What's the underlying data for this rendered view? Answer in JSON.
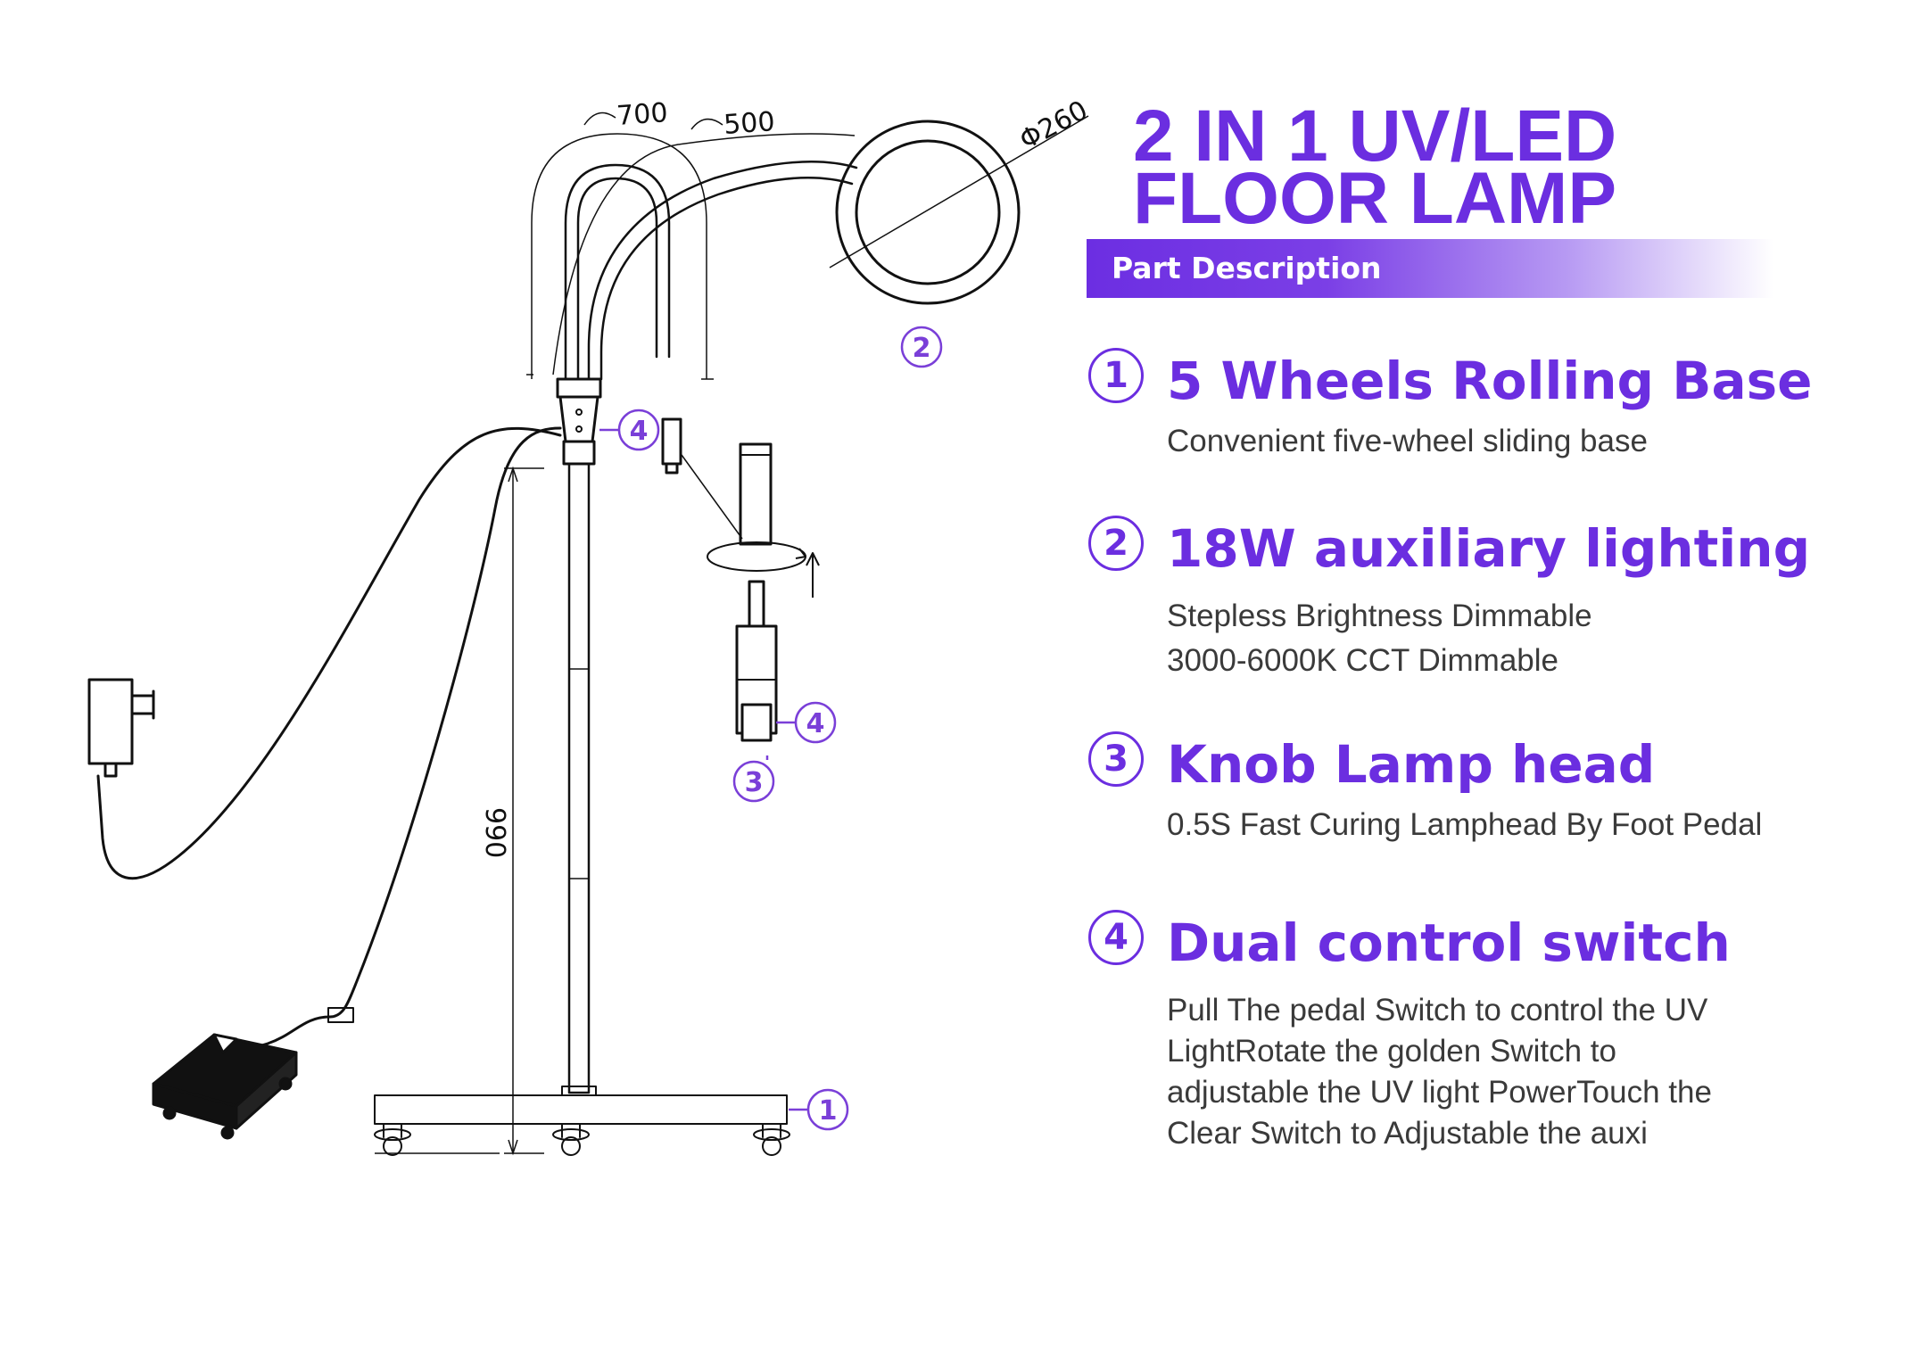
{
  "title": {
    "line1": "2 IN 1 UV/LED",
    "line2": "FLOOR LAMP"
  },
  "banner": "Part Description",
  "accent_color": "#6b2ee0",
  "parts": [
    {
      "num": "1",
      "title": "5 Wheels Rolling Base",
      "desc": [
        "Convenient five-wheel sliding base"
      ]
    },
    {
      "num": "2",
      "title": "18W auxiliary lighting",
      "desc": [
        "Stepless Brightness Dimmable",
        "3000-6000K CCT Dimmable"
      ]
    },
    {
      "num": "3",
      "title": "Knob Lamp head",
      "desc": [
        "0.5S Fast Curing Lamphead By Foot Pedal"
      ]
    },
    {
      "num": "4",
      "title": "Dual control switch",
      "desc": [
        "Pull The pedal Switch to control the UV LightRotate the golden Switch to adjustable the UV light PowerTouch the Clear Switch to Adjustable the auxi"
      ]
    }
  ],
  "diagram": {
    "dim_arc_1": "700",
    "dim_arc_2": "500",
    "dim_ring": "Φ260",
    "dim_height": "990",
    "callout_1": "1",
    "callout_2": "2",
    "callout_3": "3",
    "callout_4a": "4",
    "callout_4b": "4"
  }
}
